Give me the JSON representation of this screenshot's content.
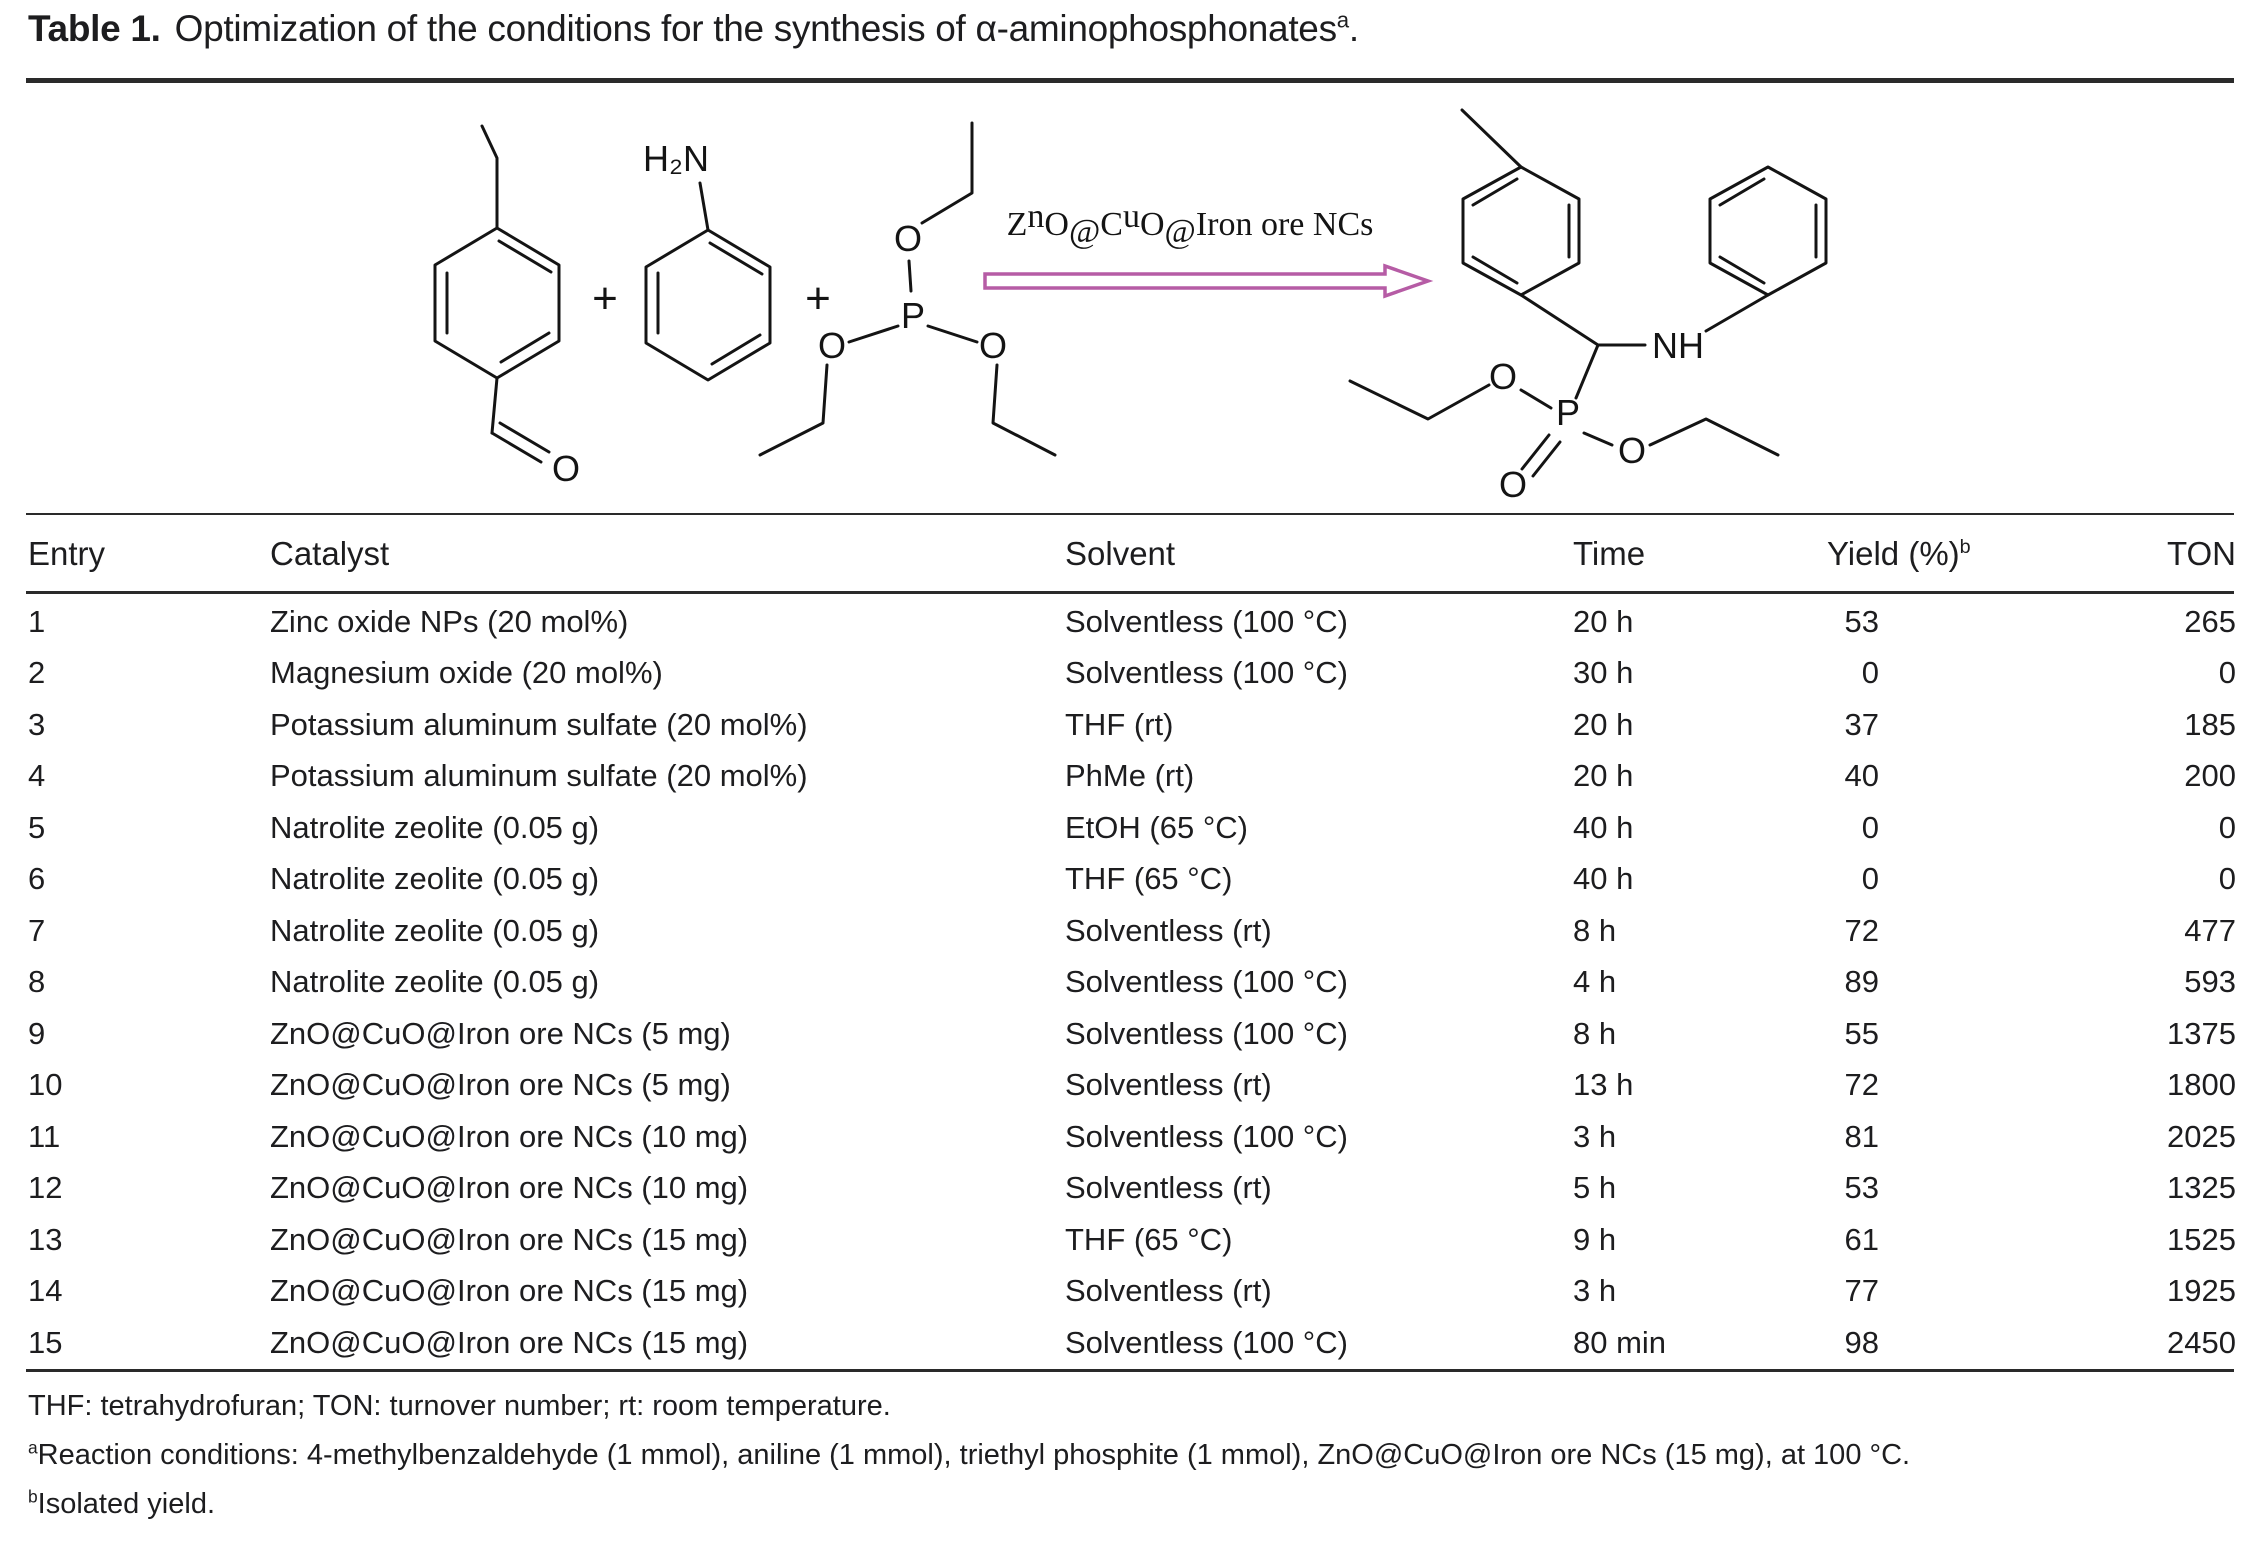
{
  "title": {
    "label": "Table 1.",
    "text": "Optimization of the conditions for the synthesis of α-aminophosphonates",
    "sup": "a",
    "period": "."
  },
  "scheme": {
    "catalyst_label": "ZnO@CuO@Iron ore NCs",
    "catalyst_parts": [
      "Z",
      "n",
      "O",
      "@",
      "C",
      "u",
      "O",
      "@",
      "Iron ore NCs"
    ],
    "catalyst_color": "#2d5638",
    "arrow_color": "#b65ca5",
    "labels": {
      "amine": "H₂N",
      "oxygen": "O",
      "phosphorus": "P",
      "nh": "NH",
      "plus": "+"
    }
  },
  "table": {
    "headers": {
      "entry": "Entry",
      "catalyst": "Catalyst",
      "solvent": "Solvent",
      "time": "Time",
      "yield": "Yield (%)",
      "yield_sup": "b",
      "ton": "TON"
    },
    "rows": [
      {
        "entry": "1",
        "catalyst": "Zinc oxide NPs (20 mol%)",
        "solvent": "Solventless (100 °C)",
        "time": "20 h",
        "yield": "53",
        "ton": "265"
      },
      {
        "entry": "2",
        "catalyst": "Magnesium oxide (20 mol%)",
        "solvent": "Solventless (100 °C)",
        "time": "30 h",
        "yield": "0",
        "ton": "0"
      },
      {
        "entry": "3",
        "catalyst": "Potassium aluminum sulfate (20 mol%)",
        "solvent": "THF (rt)",
        "time": "20 h",
        "yield": "37",
        "ton": "185"
      },
      {
        "entry": "4",
        "catalyst": "Potassium aluminum sulfate (20 mol%)",
        "solvent": "PhMe (rt)",
        "time": "20 h",
        "yield": "40",
        "ton": "200"
      },
      {
        "entry": "5",
        "catalyst": "Natrolite zeolite (0.05 g)",
        "solvent": "EtOH (65 °C)",
        "time": "40 h",
        "yield": "0",
        "ton": "0"
      },
      {
        "entry": "6",
        "catalyst": "Natrolite zeolite (0.05 g)",
        "solvent": "THF (65 °C)",
        "time": "40 h",
        "yield": "0",
        "ton": "0"
      },
      {
        "entry": "7",
        "catalyst": "Natrolite zeolite (0.05 g)",
        "solvent": "Solventless (rt)",
        "time": "8 h",
        "yield": "72",
        "ton": "477"
      },
      {
        "entry": "8",
        "catalyst": "Natrolite zeolite (0.05 g)",
        "solvent": "Solventless (100 °C)",
        "time": "4 h",
        "yield": "89",
        "ton": "593"
      },
      {
        "entry": "9",
        "catalyst": "ZnO@CuO@Iron ore NCs (5 mg)",
        "solvent": "Solventless (100 °C)",
        "time": "8 h",
        "yield": "55",
        "ton": "1375"
      },
      {
        "entry": "10",
        "catalyst": "ZnO@CuO@Iron ore NCs (5 mg)",
        "solvent": "Solventless (rt)",
        "time": "13 h",
        "yield": "72",
        "ton": "1800"
      },
      {
        "entry": "11",
        "catalyst": "ZnO@CuO@Iron ore NCs (10 mg)",
        "solvent": "Solventless (100 °C)",
        "time": "3 h",
        "yield": "81",
        "ton": "2025"
      },
      {
        "entry": "12",
        "catalyst": "ZnO@CuO@Iron ore NCs (10 mg)",
        "solvent": "Solventless (rt)",
        "time": "5 h",
        "yield": "53",
        "ton": "1325"
      },
      {
        "entry": "13",
        "catalyst": "ZnO@CuO@Iron ore NCs (15 mg)",
        "solvent": "THF (65 °C)",
        "time": "9 h",
        "yield": "61",
        "ton": "1525"
      },
      {
        "entry": "14",
        "catalyst": "ZnO@CuO@Iron ore NCs (15 mg)",
        "solvent": "Solventless (rt)",
        "time": "3 h",
        "yield": "77",
        "ton": "1925"
      },
      {
        "entry": "15",
        "catalyst": "ZnO@CuO@Iron ore NCs (15 mg)",
        "solvent": "Solventless (100 °C)",
        "time": "80 min",
        "yield": "98",
        "ton": "2450"
      }
    ]
  },
  "footnotes": {
    "abbrev": "THF: tetrahydrofuran; TON: turnover number; rt: room temperature.",
    "a_sup": "a",
    "a_text": "Reaction conditions: 4-methylbenzaldehyde (1 mmol), aniline (1 mmol), triethyl phosphite (1 mmol), ZnO@CuO@Iron ore NCs (15 mg), at 100 °C.",
    "b_sup": "b",
    "b_text": "Isolated yield."
  }
}
